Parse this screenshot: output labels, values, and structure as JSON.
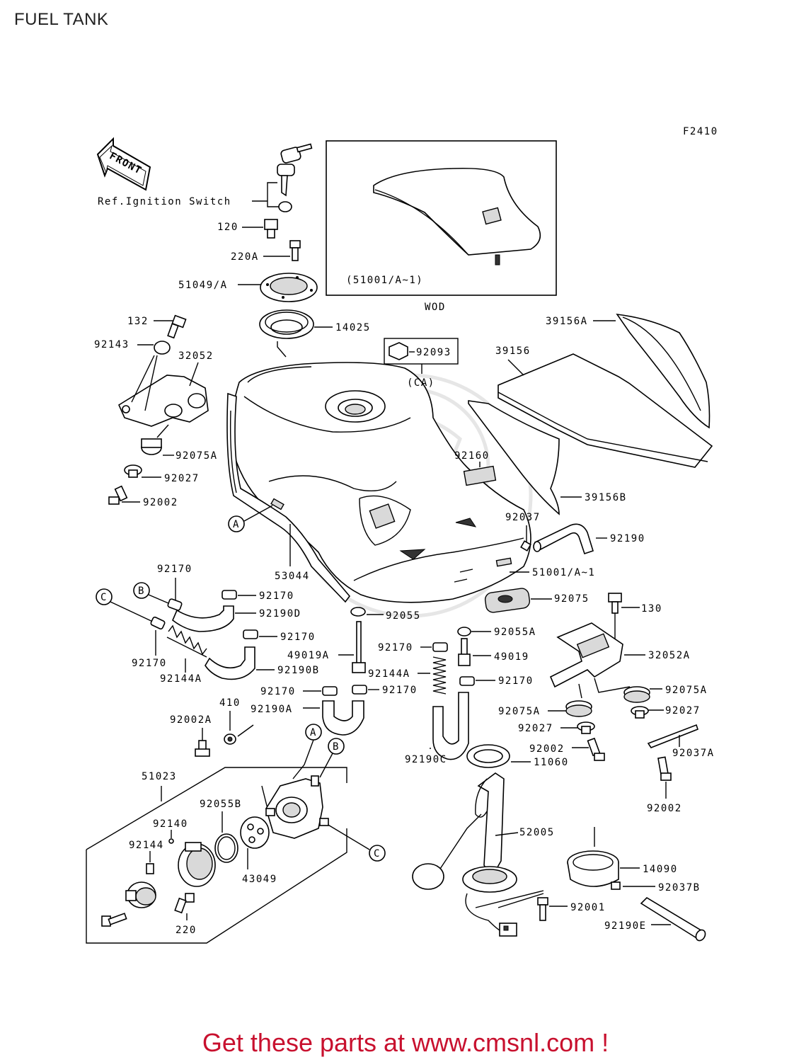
{
  "page_title": "FUEL TANK",
  "footer_text": "Get these parts at www.cmsnl.com !",
  "colors": {
    "footer": "#c8102e",
    "lines": "#000000",
    "background": "#ffffff"
  },
  "diagram": {
    "code": "F2410",
    "front_arrow": "FRONT",
    "ref_note": "Ref.Ignition Switch",
    "inset_label": "(51001/A~1)",
    "inset_caption": "WOD",
    "ca_label": "(CA)",
    "parts": {
      "p120": "120",
      "p220A": "220A",
      "p51049A": "51049/A",
      "p132": "132",
      "p92143": "92143",
      "p32052": "32052",
      "p14025": "14025",
      "p92093": "92093",
      "p39156A": "39156A",
      "p39156": "39156",
      "p92075A_l": "92075A",
      "p92027_l": "92027",
      "p92002_l": "92002",
      "p92160": "92160",
      "p39156B": "39156B",
      "p92037": "92037",
      "p92190": "92190",
      "p53044": "53044",
      "p51001A": "51001/A~1",
      "p92170_top": "92170",
      "p92170_a": "92170",
      "p92190D": "92190D",
      "p92055": "92055",
      "p92075": "92075",
      "p130": "130",
      "p92170_b": "92170",
      "p92055A": "92055A",
      "p92170_left": "92170",
      "p49019A": "49019A",
      "p92170_c": "92170",
      "p49019": "49019",
      "p32052A": "32052A",
      "p92190B": "92190B",
      "p92144A_l": "92144A",
      "p92144A_c": "92144A",
      "p92170_d": "92170",
      "p92170_e": "92170",
      "p92170_f": "92170",
      "p92075A_r1": "92075A",
      "p410": "410",
      "p92190A": "92190A",
      "p92027_r1": "92027",
      "p92002A": "92002A",
      "p92075A_r2": "92075A",
      "p92027_r2": "92027",
      "p92037A": "92037A",
      "p92002_c": "92002",
      "p92190C": "92190C",
      "p11060": "11060",
      "p51023": "51023",
      "p92055B": "92055B",
      "p92140": "92140",
      "p92144": "92144",
      "p43049": "43049",
      "p220": "220",
      "p52005": "52005",
      "p92002_r": "92002",
      "p14090": "14090",
      "p92037B": "92037B",
      "p92001": "92001",
      "p92190E": "92190E"
    },
    "callouts": {
      "A": "A",
      "B": "B",
      "C": "C"
    }
  }
}
